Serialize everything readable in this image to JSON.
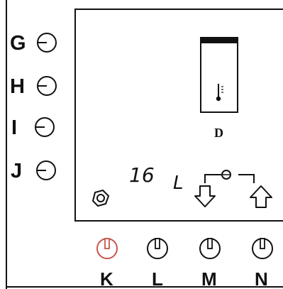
{
  "side_knobs": [
    {
      "label": "G",
      "name": "knob-g"
    },
    {
      "label": "H",
      "name": "knob-h"
    },
    {
      "label": "I",
      "name": "knob-i"
    },
    {
      "label": "J",
      "name": "knob-j"
    }
  ],
  "panel": {
    "boiler_label": "D",
    "display_value": "16",
    "display_unit": "L"
  },
  "bottom_knobs": [
    {
      "label": "K",
      "name": "knob-k",
      "color": "#c8554f"
    },
    {
      "label": "L",
      "name": "knob-l",
      "color": "#111111"
    },
    {
      "label": "M",
      "name": "knob-m",
      "color": "#111111"
    },
    {
      "label": "N",
      "name": "knob-n",
      "color": "#111111"
    }
  ],
  "colors": {
    "line": "#111111",
    "highlight": "#c8554f"
  }
}
